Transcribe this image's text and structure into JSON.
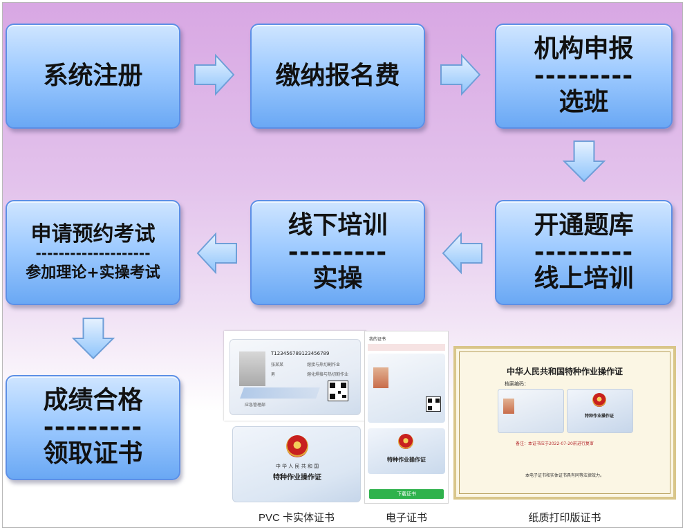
{
  "steps": {
    "s1": {
      "line1": "系统注册"
    },
    "s2": {
      "line1": "缴纳报名费"
    },
    "s3": {
      "line1": "机构申报",
      "dash": "---------",
      "line2": "选班"
    },
    "s4": {
      "line1": "开通题库",
      "dash": "---------",
      "line2": "线上培训"
    },
    "s5": {
      "line1": "线下培训",
      "dash": "---------",
      "line2": "实操"
    },
    "s6": {
      "line1": "申请预约考试",
      "dash": "--------------------",
      "line2": "参加理论+实操考试"
    },
    "s7": {
      "line1": "成绩合格",
      "dash": "---------",
      "line2": "领取证书"
    }
  },
  "arrows": [
    {
      "id": "a1",
      "direction": "right"
    },
    {
      "id": "a2",
      "direction": "right"
    },
    {
      "id": "a3",
      "direction": "down"
    },
    {
      "id": "a4",
      "direction": "left"
    },
    {
      "id": "a5",
      "direction": "left"
    },
    {
      "id": "a6",
      "direction": "down"
    }
  ],
  "certificates": {
    "pvc": {
      "caption": "PVC 卡实体证书",
      "card_number": "T123456789123456789",
      "name": "张某某",
      "job": "熔接与热切割作业",
      "gender": "男",
      "category": "熔化焊接与热切割作业",
      "issuer": "应急管理部",
      "back_country": "中 华 人 民 共 和 国",
      "back_title": "特种作业操作证"
    },
    "electronic": {
      "caption": "电子证书",
      "header": "我的证书",
      "title": "特种作业操作证",
      "download": "下载证书"
    },
    "paper": {
      "caption": "纸质打印版证书",
      "title": "中华人民共和国特种作业操作证",
      "archive_label": "档案编码：",
      "note": "备注：本证书应于2022-07-20前进行复审",
      "inner_title": "特种作业操作证",
      "footer": "本电子证书和实体证书具有同等法律效力。"
    }
  },
  "colors": {
    "box_fill": "#9fcbff",
    "box_border": "#5c8fe6",
    "arrow_fill": "#b9dcff",
    "background_top": "#d8a7e3"
  }
}
